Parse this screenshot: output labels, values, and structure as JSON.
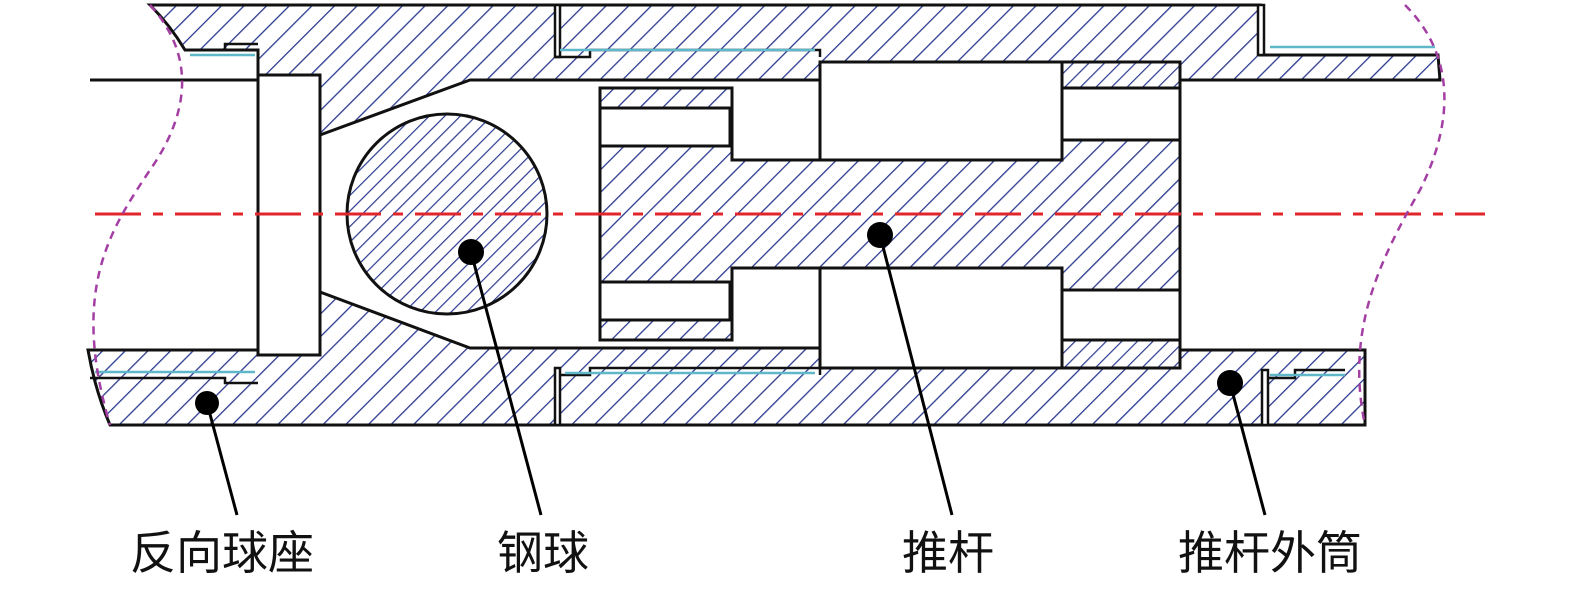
{
  "diagram": {
    "colors": {
      "outline": "#111111",
      "hatch": "#2b3a8f",
      "centerline": "#e0262b",
      "break_line": "#a33fa3",
      "thread": "#5fb7c9",
      "leader_dot": "#000000",
      "background": "#ffffff"
    },
    "labels": [
      {
        "id": "reverse-ball-seat",
        "text": "反向球座"
      },
      {
        "id": "steel-ball",
        "text": "钢球"
      },
      {
        "id": "push-rod",
        "text": "推杆"
      },
      {
        "id": "push-rod-outer-tube",
        "text": "推杆外筒"
      }
    ]
  }
}
